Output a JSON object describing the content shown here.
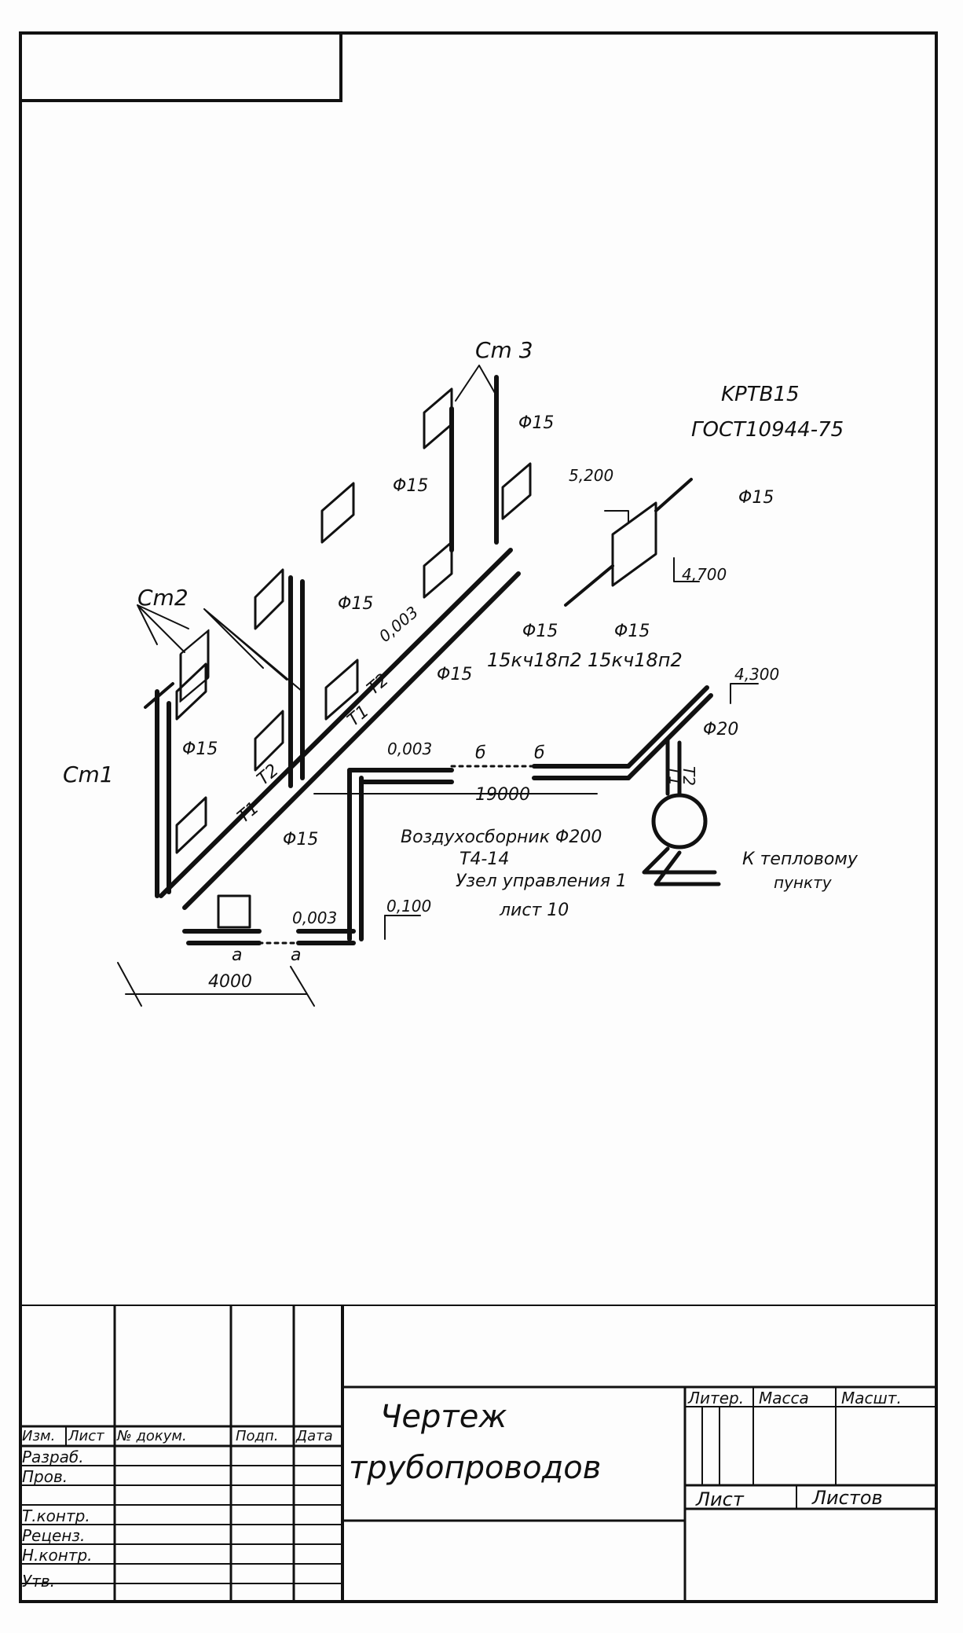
{
  "labels": {
    "st1": "Cm1",
    "st2": "Cm2",
    "st3": "Cm 3",
    "krtv": "KPTB15",
    "gost": "ГОСТ10944-75",
    "phi15": "Φ15",
    "phi20": "Φ20",
    "vozd": "Воздухосборник  Φ200",
    "t414": "T4-14",
    "uzel": "Узел управления 1",
    "list10": "лист 10",
    "k_teplovomu": "К тепловому",
    "punktu": "пункту",
    "valve": "15кч18п2",
    "elev_5200": "5,200",
    "elev_4700": "4,700",
    "elev_4300": "4,300",
    "elev_0100": "0,100",
    "slope": "0,003",
    "dim_19000": "19000",
    "dim_4000": "4000",
    "t1": "T1",
    "t2": "T2",
    "a": "a",
    "b": "б"
  },
  "title_block": {
    "drawing_title_line1": "Чертеж",
    "drawing_title_line2": "трубопроводов",
    "col_izm": "Изм.",
    "col_list": "Лист",
    "col_doc": "№ докум.",
    "col_podp": "Подп.",
    "col_data": "Дата",
    "rows": [
      "Разраб.",
      "Пров.",
      "Т.контр.",
      "Реценз.",
      "Н.контр.",
      "Утв."
    ],
    "liter": "Литер.",
    "massa": "Масса",
    "masshtab": "Масшт.",
    "sheet": "Лист",
    "sheets": "Листов"
  }
}
